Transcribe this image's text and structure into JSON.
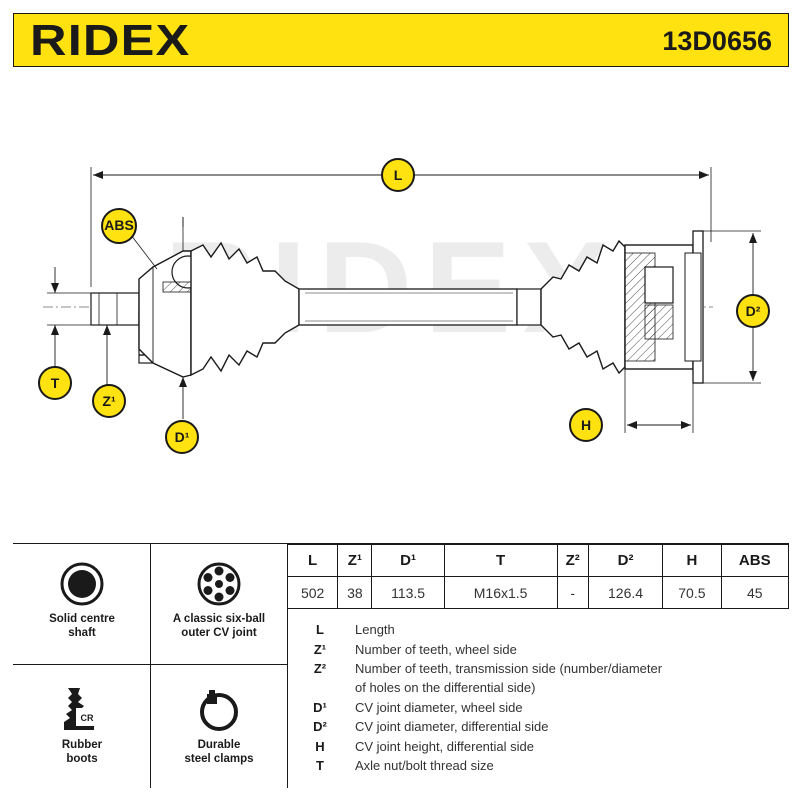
{
  "header": {
    "brand": "RIDEX",
    "part_number": "13D0656"
  },
  "drawing": {
    "watermark": "RIDEX",
    "labels": {
      "length": "L",
      "abs": "ABS",
      "thread": "T",
      "teeth_wheel": "Z¹",
      "cv_diam_wheel": "D¹",
      "cv_diam_diff": "D²",
      "cv_height": "H"
    },
    "colors": {
      "accent": "#ffe20f",
      "ink": "#1a1a1a"
    }
  },
  "features": [
    {
      "icon": "solid-shaft-icon",
      "label_line1": "Solid centre",
      "label_line2": "shaft"
    },
    {
      "icon": "six-ball-joint-icon",
      "label_line1": "A classic six-ball",
      "label_line2": "outer CV joint"
    },
    {
      "icon": "rubber-boot-icon",
      "label_line1": "Rubber",
      "label_line2": "boots",
      "badge": "CR"
    },
    {
      "icon": "steel-clamp-icon",
      "label_line1": "Durable",
      "label_line2": "steel clamps"
    }
  ],
  "spec_table": {
    "headers": [
      "L",
      "Z¹",
      "D¹",
      "T",
      "Z²",
      "D²",
      "H",
      "ABS"
    ],
    "values": [
      "502",
      "38",
      "113.5",
      "M16x1.5",
      "-",
      "126.4",
      "70.5",
      "45"
    ]
  },
  "legend": [
    {
      "key": "L",
      "desc": "Length"
    },
    {
      "key": "Z¹",
      "desc": "Number of teeth, wheel side"
    },
    {
      "key": "Z²",
      "desc": "Number of teeth, transmission side (number/diameter"
    },
    {
      "key": "",
      "desc": "of holes on the differential side)"
    },
    {
      "key": "D¹",
      "desc": "CV joint diameter, wheel side"
    },
    {
      "key": "D²",
      "desc": "CV joint diameter, differential side"
    },
    {
      "key": "H",
      "desc": "CV joint height, differential side"
    },
    {
      "key": "T",
      "desc": "Axle nut/bolt thread size"
    }
  ]
}
